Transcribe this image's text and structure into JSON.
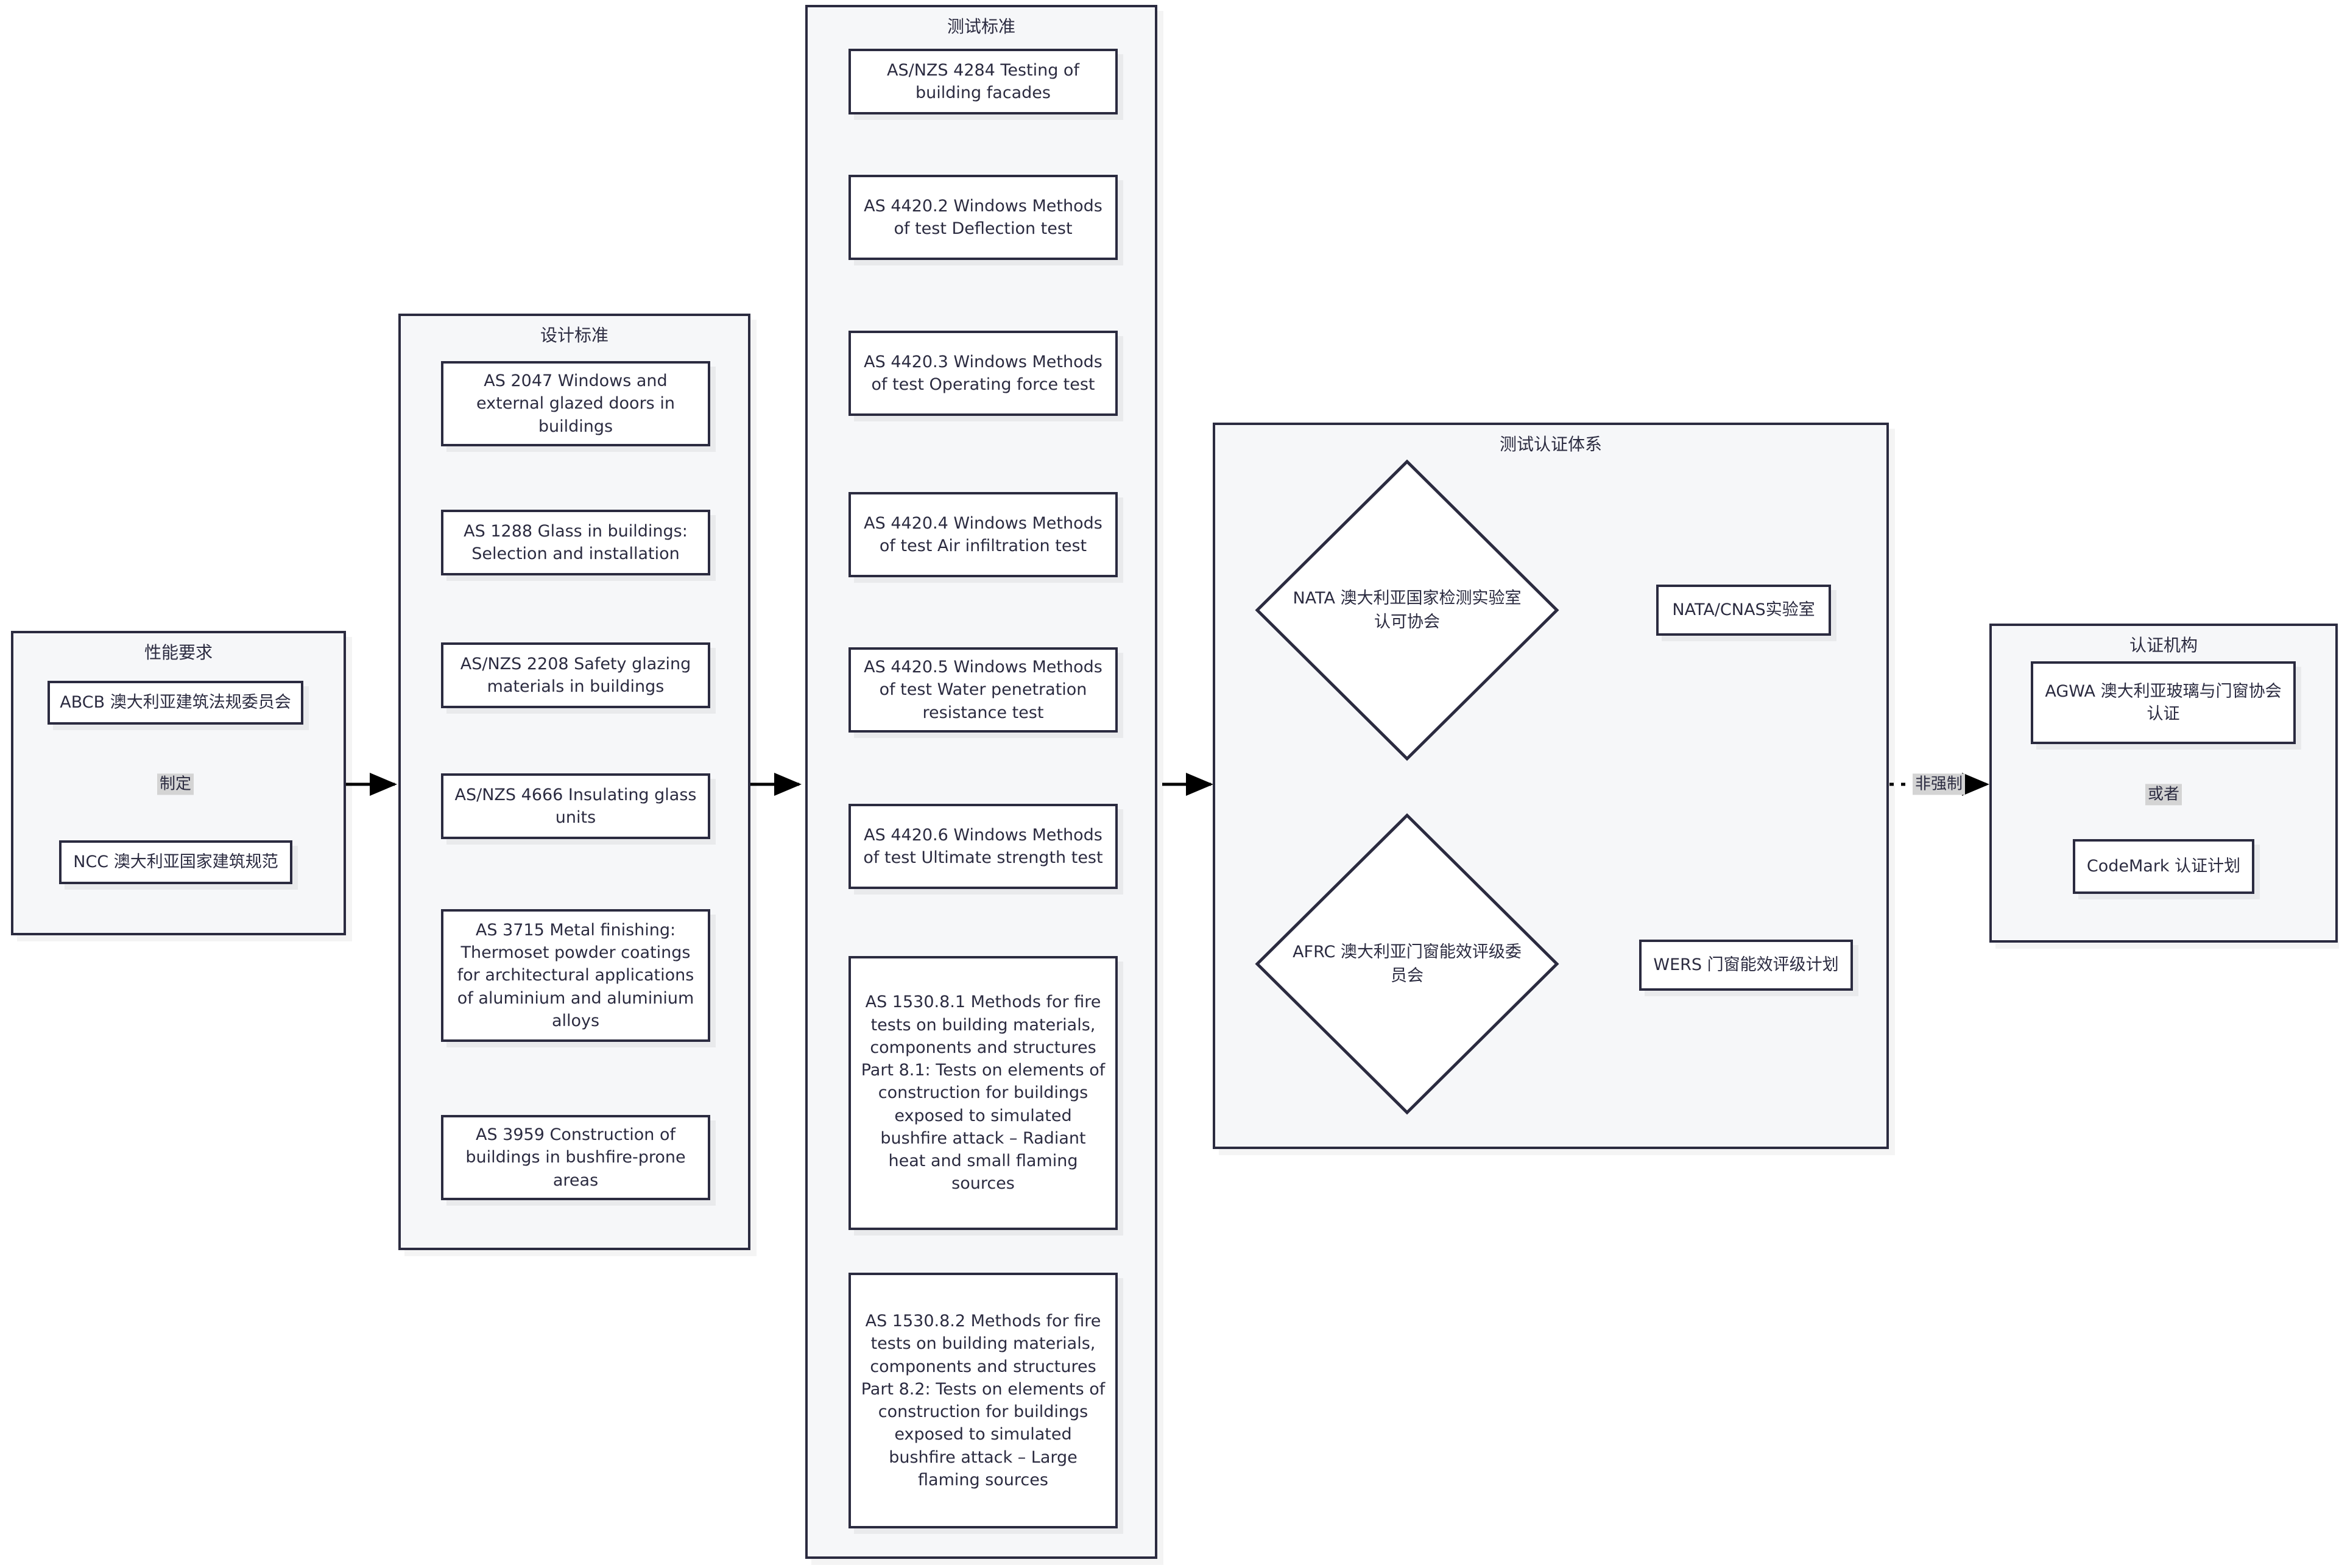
{
  "diagram": {
    "title_performance": "性能要求",
    "title_design": "设计标准",
    "title_testing": "测试标准",
    "title_cert_system": "测试认证体系",
    "title_cert_bodies": "认证机构"
  },
  "performance_requirements": {
    "label": "性能要求",
    "nodes": [
      {
        "id": "abcb",
        "text": "ABCB 澳大利亚建筑法规委员会"
      },
      {
        "id": "ncc",
        "text": "NCC 澳大利亚国家建筑规范"
      }
    ],
    "edge_label": "制定"
  },
  "design_standards": {
    "label": "设计标准",
    "nodes": [
      {
        "id": "as2047",
        "text": "AS 2047 Windows and external glazed doors in buildings"
      },
      {
        "id": "as1288",
        "text": "AS 1288 Glass in buildings: Selection and installation"
      },
      {
        "id": "asnzs2208",
        "text": "AS/NZS 2208 Safety glazing materials in buildings"
      },
      {
        "id": "asnzs4666",
        "text": "AS/NZS 4666 Insulating glass units"
      },
      {
        "id": "as3715",
        "text": "AS 3715 Metal finishing: Thermoset powder coatings for architectural applications of aluminium and aluminium alloys"
      },
      {
        "id": "as3959",
        "text": "AS 3959 Construction of buildings in bushfire-prone areas"
      }
    ]
  },
  "testing_standards": {
    "label": "测试标准",
    "nodes": [
      {
        "id": "asnzs4284",
        "text": "AS/NZS 4284 Testing of building facades"
      },
      {
        "id": "as4420_2",
        "text": "AS 4420.2 Windows Methods of test Deflection test"
      },
      {
        "id": "as4420_3",
        "text": "AS 4420.3 Windows Methods of test Operating force test"
      },
      {
        "id": "as4420_4",
        "text": "AS 4420.4 Windows Methods of test Air infiltration test"
      },
      {
        "id": "as4420_5",
        "text": "AS 4420.5 Windows Methods of test Water penetration resistance test"
      },
      {
        "id": "as4420_6",
        "text": "AS 4420.6 Windows Methods of test Ultimate strength test"
      },
      {
        "id": "as1530_8_1",
        "text": "AS 1530.8.1 Methods for fire tests on building materials, components and structures Part 8.1: Tests on elements of construction for buildings exposed to simulated bushfire attack – Radiant heat and small flaming sources"
      },
      {
        "id": "as1530_8_2",
        "text": "AS 1530.8.2 Methods for fire tests on building materials, components and structures Part 8.2: Tests on elements of construction for buildings exposed to simulated bushfire attack – Large flaming sources"
      }
    ]
  },
  "certification_system": {
    "label": "测试认证体系",
    "diamonds": [
      {
        "id": "nata",
        "text": "NATA 澳大利亚国家检测实验室认可协会"
      },
      {
        "id": "afrc",
        "text": "AFRC 澳大利亚门窗能效评级委员会"
      }
    ],
    "boxes": [
      {
        "id": "nata_cnas",
        "text": "NATA/CNAS实验室"
      },
      {
        "id": "wers",
        "text": "WERS 门窗能效评级计划"
      }
    ]
  },
  "certification_bodies": {
    "label": "认证机构",
    "nodes": [
      {
        "id": "agwa",
        "text": "AGWA 澳大利亚玻璃与门窗协会认证"
      },
      {
        "id": "codemark",
        "text": "CodeMark 认证计划"
      }
    ],
    "edge_label": "或者"
  },
  "connectors": {
    "optional_label": "非强制"
  },
  "colors": {
    "stroke": "#2b2b40",
    "node_fill": "#ffffff",
    "subgraph_fill": "#f6f7f9",
    "label_bg": "#d4d4d4",
    "page_bg": "#ffffff"
  }
}
